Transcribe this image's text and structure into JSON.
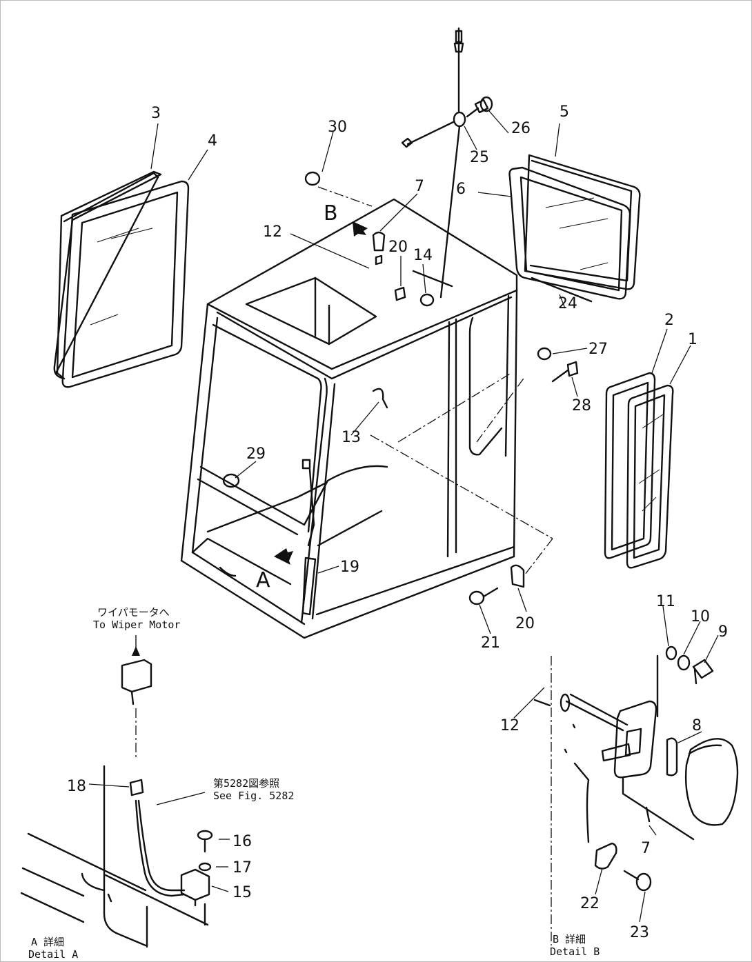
{
  "view_letters": {
    "a": "A",
    "b": "B"
  },
  "parts": [
    "1",
    "2",
    "3",
    "4",
    "5",
    "6",
    "7",
    "8",
    "9",
    "10",
    "11",
    "12",
    "13",
    "14",
    "15",
    "16",
    "17",
    "18",
    "19",
    "20",
    "21",
    "22",
    "23",
    "24",
    "25",
    "26",
    "27",
    "28",
    "29",
    "30"
  ],
  "notes": {
    "wiper_jp": "ワイパモータへ",
    "wiper_en": "To Wiper Motor",
    "fig_jp": "第5282図参照",
    "fig_en": "See Fig. 5282",
    "detail_a_jp": "A 詳細",
    "detail_a_en": "Detail A",
    "detail_b_jp": "B 詳細",
    "detail_b_en": "Detail B"
  }
}
